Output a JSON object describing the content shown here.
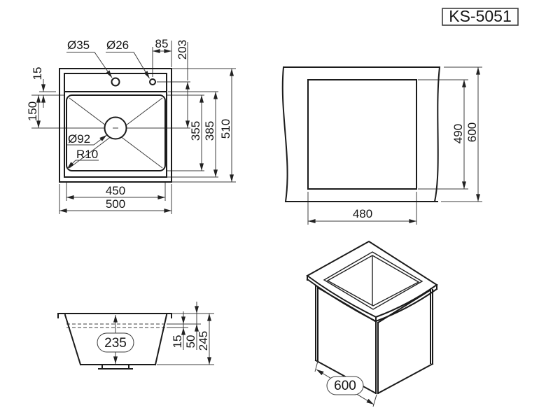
{
  "title": {
    "model": "KS-5051"
  },
  "top_view": {
    "dims": {
      "faucet_hole_dia": "Ø35",
      "extra_hole_dia": "Ø26",
      "hole_to_edge": "85",
      "hole_to_drain": "203",
      "deck_to_bowl": "15",
      "bowl_to_drain": "150",
      "drain_dia": "Ø92",
      "corner_radius": "R10",
      "bowl_width": "450",
      "overall_width": "500",
      "bowl_length": "355",
      "rim_length": "385",
      "overall_length": "510"
    }
  },
  "cutout_view": {
    "dims": {
      "cutout_length": "490",
      "countertop_depth": "600",
      "cutout_width": "480"
    }
  },
  "side_view": {
    "dims": {
      "bowl_depth": "235",
      "overflow_gap": "15",
      "rim_to_overflow": "50",
      "overall_height": "245"
    }
  },
  "iso_view": {
    "dims": {
      "cabinet_width": "600"
    }
  },
  "colors": {
    "line": "#1b1b1b",
    "dim_line": "#3c3c3c",
    "background": "#ffffff"
  }
}
